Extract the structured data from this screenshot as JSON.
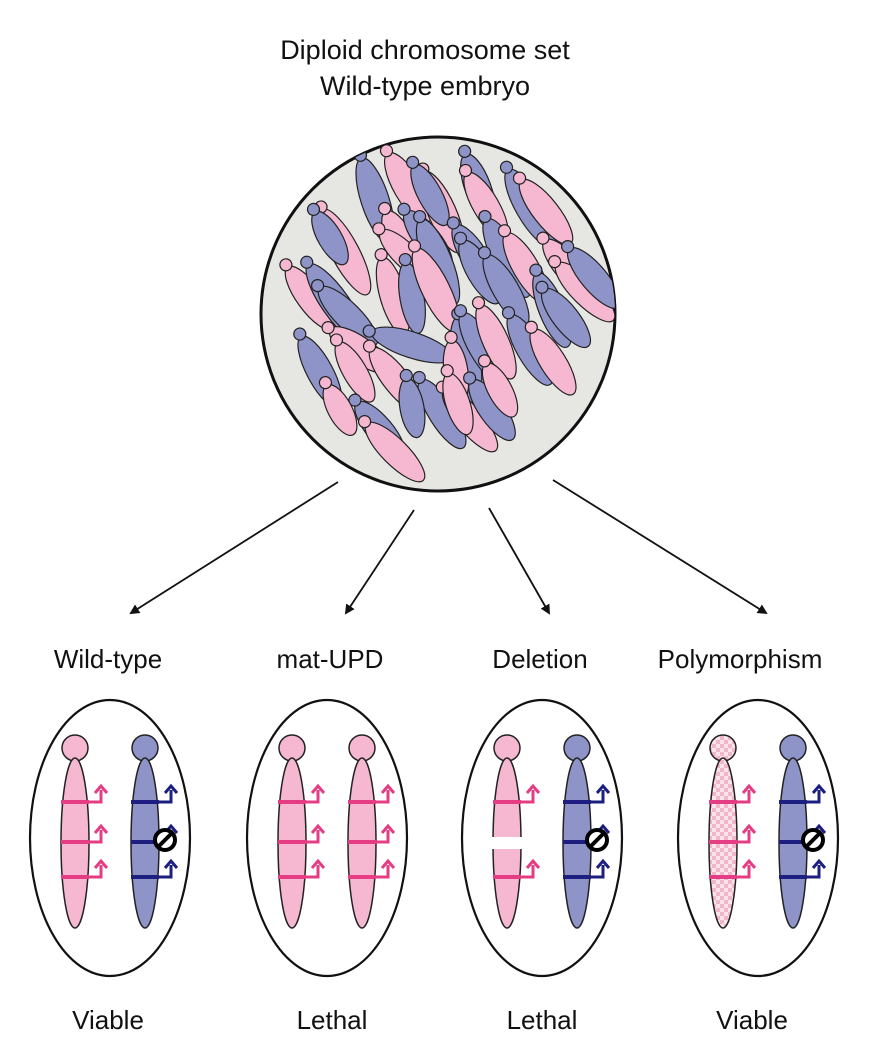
{
  "header": {
    "line1": "Diploid chromosome set",
    "line2": "Wild-type embryo"
  },
  "colors": {
    "maternal": "#f6b8d0",
    "paternal": "#8e94c7",
    "maternal_gene": "#e43d84",
    "paternal_gene": "#1c1f7f",
    "embryo_fill": "#e6e6e2"
  },
  "scenarios": [
    {
      "name": "Wild-type",
      "outcome": "Viable"
    },
    {
      "name": "mat-UPD",
      "outcome": "Lethal"
    },
    {
      "name": "Deletion",
      "outcome": "Lethal"
    },
    {
      "name": "Polymorphism",
      "outcome": "Viable"
    }
  ]
}
